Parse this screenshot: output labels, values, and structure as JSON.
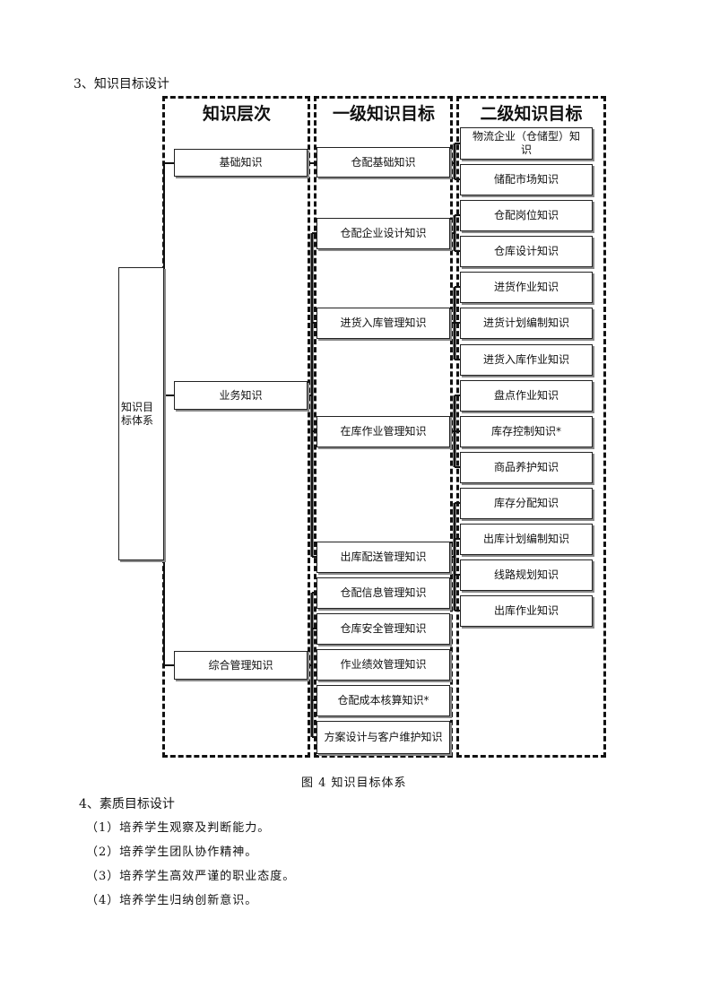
{
  "sections": {
    "knowledge_title": "3、知识目标设计",
    "quality_title": "4、素质目标设计"
  },
  "diagram": {
    "headers": [
      "知识层次",
      "一级知识目标",
      "二级知识目标"
    ],
    "root": "知识目标体系",
    "levels": [
      "基础知识",
      "业务知识",
      "综合管理知识"
    ],
    "first": [
      "仓配基础知识",
      "仓配企业设计知识",
      "进货入库管理知识",
      "在库作业管理知识",
      "出库配送管理知识",
      "仓配信息管理知识",
      "仓库安全管理知识",
      "作业绩效管理知识",
      "仓配成本核算知识*",
      "方案设计与客户维护知识"
    ],
    "second": [
      "物流企业（仓储型）知识",
      "储配市场知识",
      "仓配岗位知识",
      "仓库设计知识",
      "进货作业知识",
      "进货计划编制知识",
      "进货入库作业知识",
      "盘点作业知识",
      "库存控制知识*",
      "商品养护知识",
      "库存分配知识",
      "出库计划编制知识",
      "线路规划知识",
      "出库作业知识"
    ]
  },
  "caption": "图 4   知识目标体系",
  "quality_goals": [
    "（1）培养学生观察及判断能力。",
    "（2）培养学生团队协作精神。",
    "（3）培养学生高效严谨的职业态度。",
    "（4）培养学生归纳创新意识。"
  ]
}
